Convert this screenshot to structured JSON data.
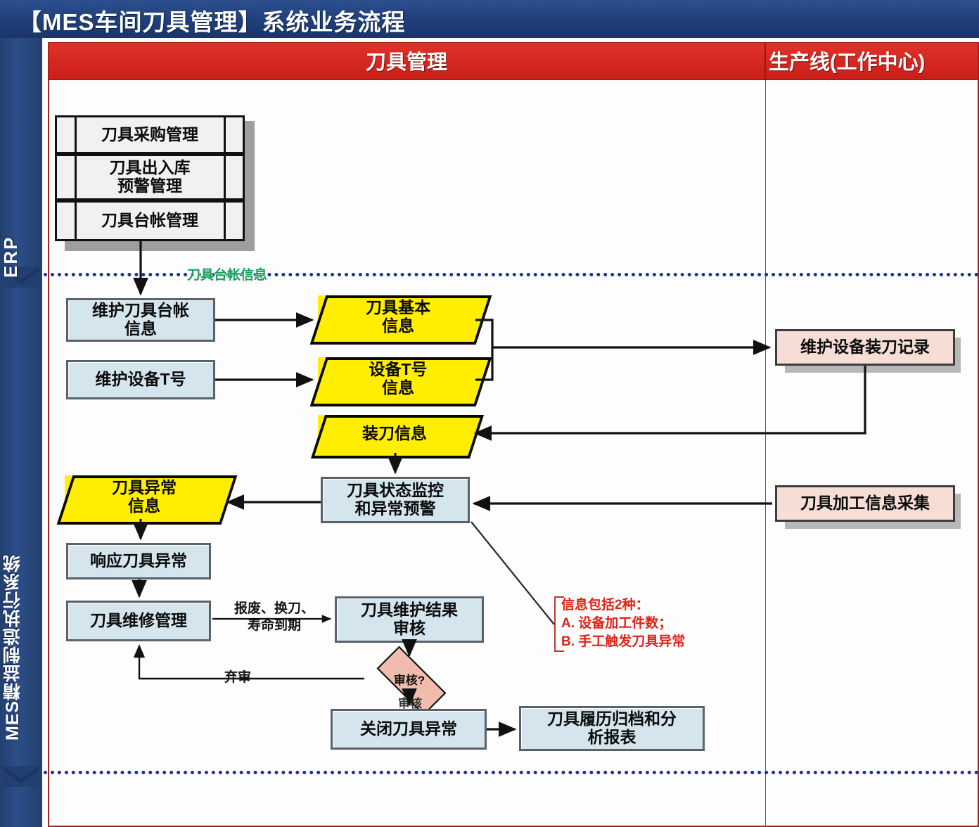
{
  "title": "【MES车间刀具管理】系统业务流程",
  "lanes": [
    {
      "id": "tool-management",
      "label": "刀具管理"
    },
    {
      "id": "production-line",
      "label": "生产线(工作中心)"
    }
  ],
  "rail": {
    "erp_label": "ERP",
    "mes_label": "MES精益制造执行系统"
  },
  "separators": {
    "top_label": "刀具台帐信息",
    "top_label_color": "#17a05a",
    "line_color": "#1f2f8c"
  },
  "erp_stack": [
    {
      "label": "刀具采购管理"
    },
    {
      "label": "刀具出入库\n预警管理"
    },
    {
      "label": "刀具台帐管理"
    }
  ],
  "nodes": {
    "maintain_ledger": "维护刀具台帐\n信息",
    "maintain_tnum": "维护设备T号",
    "tool_basic_info": "刀具基本\n信息",
    "device_t_info": "设备T号\n信息",
    "load_tool_info": "装刀信息",
    "monitor_alarm": "刀具状态监控\n和异常预警",
    "abnormal_info": "刀具异常\n信息",
    "respond_abnormal": "响应刀具异常",
    "repair_mgmt": "刀具维修管理",
    "maint_result_audit": "刀具维护结果\n审核",
    "audit_decision": "审核?",
    "close_abnormal": "关闭刀具异常",
    "history_report": "刀具履历归档和分\n析报表",
    "maintain_load_record": "维护设备装刀记录",
    "collect_machining": "刀具加工信息采集"
  },
  "edge_labels": {
    "scrap_change_life": "报废、换刀、\n寿命到期",
    "abandon_audit": "弃审",
    "audit_pass": "审核"
  },
  "annotation": {
    "text": "信息包括2种：\nA. 设备加工件数；\nB. 手工触发刀具异常",
    "color": "#e02218"
  },
  "colors": {
    "title_bar": "#1f3f7a",
    "lane_header": "#d42620",
    "process_box": "#d5e5ee",
    "data_parallelogram": "#ffee00",
    "pink_box": "#f6ddd6",
    "decision": "#f0bcae",
    "erp_box": "#f1f1f1",
    "dotted_line": "#1f2f8c"
  }
}
